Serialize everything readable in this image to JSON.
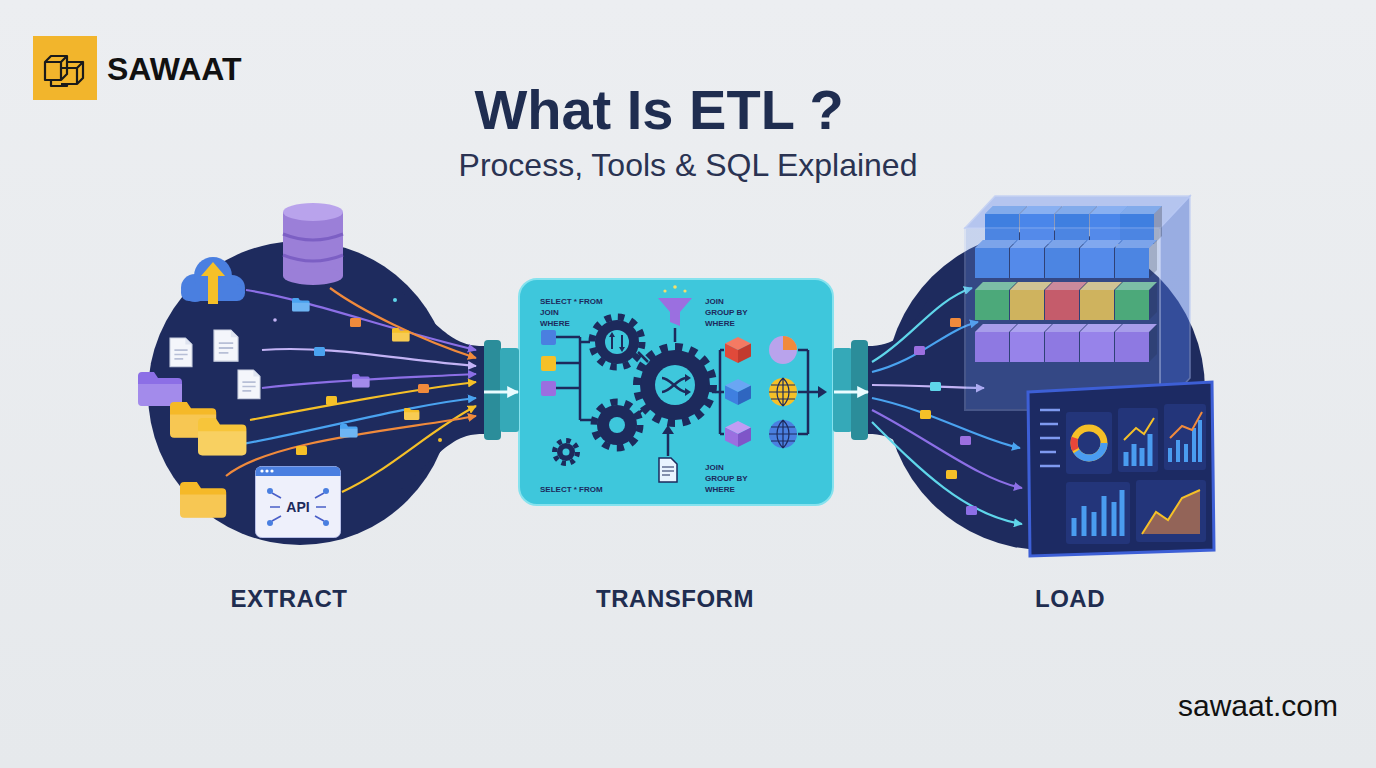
{
  "diagram": {
    "title": "What Is ETL ?",
    "nodes": [
      {
        "text": [
          "EXTRACT"
        ]
      },
      {
        "text": [
          "API"
        ],
        "in": 0
      },
      {
        "text": [
          "TRANSFORM",
          "SELECT * FROM",
          "JOIN",
          "WHERE",
          "JOIN",
          "GROUP BY",
          "WHERE",
          "SELECT * FROM",
          "JOIN",
          "GROUP BY",
          "WHERE"
        ]
      },
      {
        "text": [
          "LOAD"
        ]
      }
    ],
    "edges": [
      {
        "from": 0,
        "to": 2,
        "arrow": "to"
      },
      {
        "from": 2,
        "to": 3,
        "arrow": "to"
      }
    ],
    "labels": [
      "SAWAAT",
      "Process, Tools & SQL Explained",
      "sawaat.com"
    ]
  }
}
